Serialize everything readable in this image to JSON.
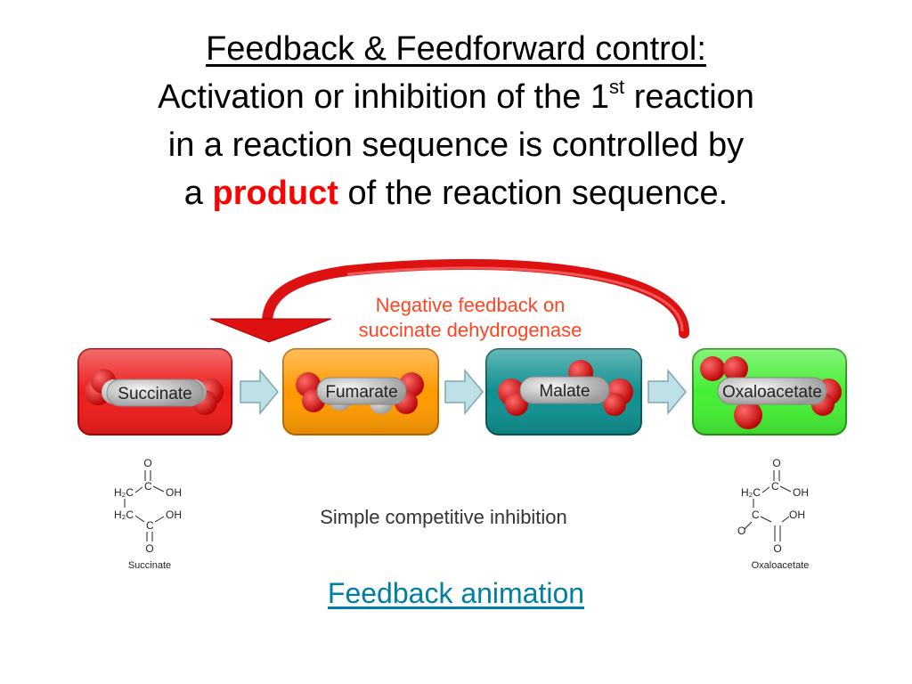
{
  "heading": {
    "title": "Feedback & Feedforward control:",
    "line1_pre": "Activation or inhibition of the 1",
    "line1_sup": "st",
    "line1_post": " reaction",
    "line2": "in a reaction sequence is controlled by",
    "line3_pre": "a ",
    "line3_emph": "product",
    "line3_post": " of the reaction sequence."
  },
  "diagram": {
    "feedback_label_line1": "Negative feedback on",
    "feedback_label_line2": "succinate dehydrogenase",
    "inhibition_label": "Simple competitive inhibition",
    "molecules": [
      {
        "label": "Succinate",
        "color": "#ee1c1c"
      },
      {
        "label": "Fumarate",
        "color": "#ff9a00"
      },
      {
        "label": "Malate",
        "color": "#0f9090"
      },
      {
        "label": "Oxaloacetate",
        "color": "#44ee33"
      }
    ],
    "structures": [
      {
        "caption": "Succinate",
        "top_o": "O",
        "row1_group": "H₂C",
        "row1_c": "C",
        "row1_oh": "OH",
        "row2_group": "H₂C",
        "row2_c": "C",
        "row2_oh": "OH",
        "bottom_o": "O"
      },
      {
        "caption": "Oxaloacetate",
        "top_o": "O",
        "row1_group": "H₂C",
        "row1_c": "C",
        "row1_oh": "OH",
        "row2_group": "O",
        "row2_c": "C",
        "row2_oh": "OH",
        "bottom_o": "O"
      }
    ],
    "colors": {
      "feedback_arrow": "#dd1111",
      "feedback_text": "#ff4422",
      "flow_arrow": "#bfe0e6",
      "atom_red": "#dd1010",
      "atom_grey": "#c8c8c8"
    }
  },
  "link": {
    "label": "Feedback animation"
  }
}
